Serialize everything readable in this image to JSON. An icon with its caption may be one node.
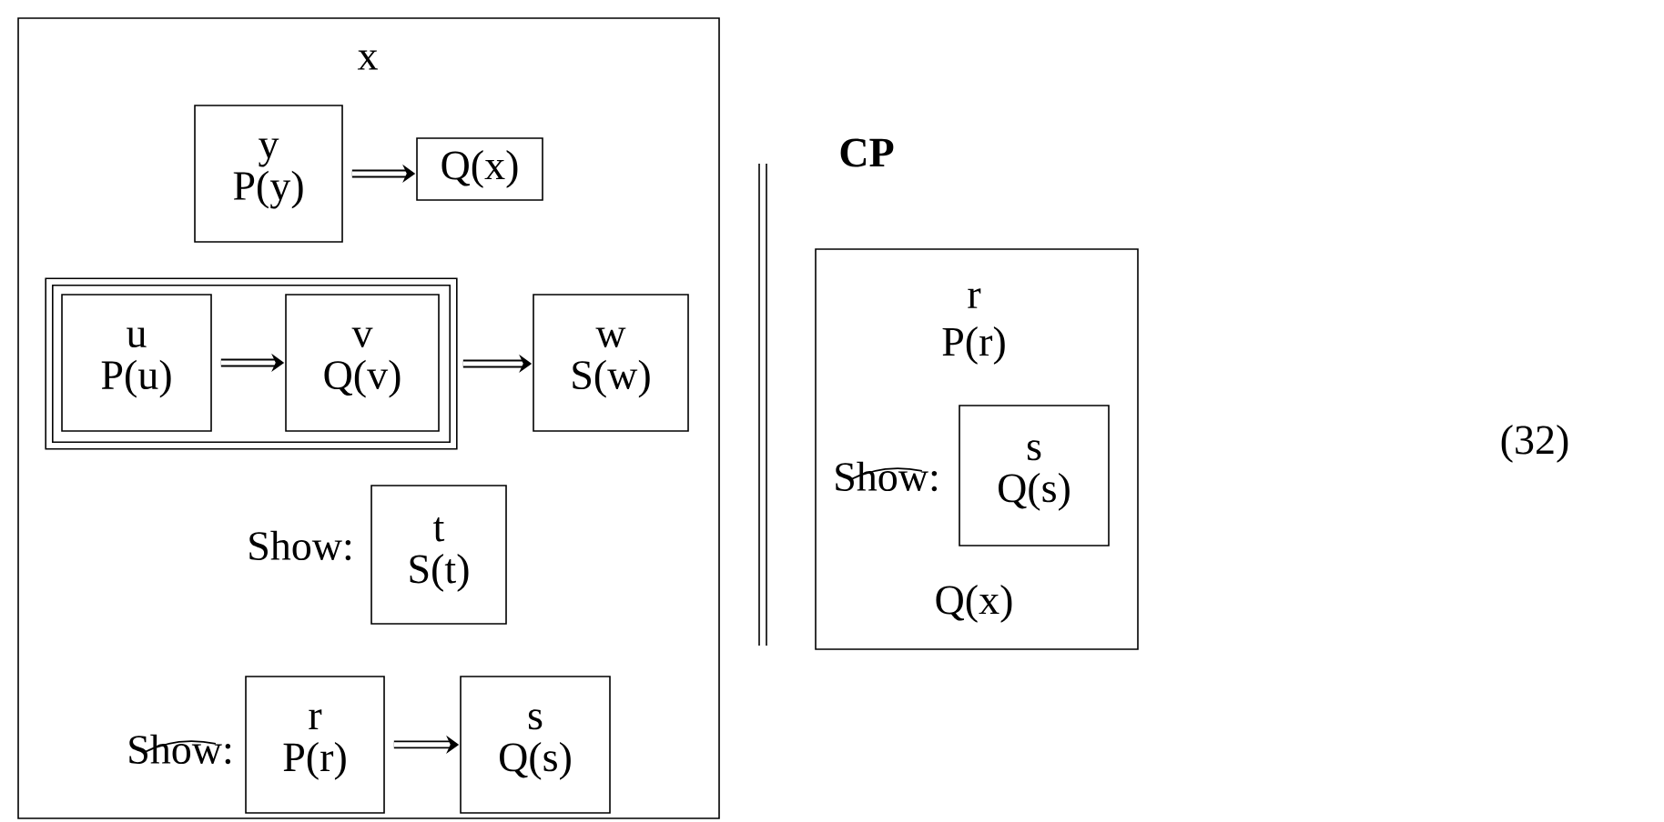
{
  "diagram": {
    "nodes": [
      {
        "text": [
          "x"
        ]
      },
      {
        "text": [
          "y",
          "P(y)"
        ],
        "in": 0
      },
      {
        "text": [
          "Q(x)"
        ],
        "in": 0
      },
      {
        "text": [],
        "shape": "box",
        "in": 0
      },
      {
        "text": [
          "u",
          "P(u)"
        ],
        "in": 3
      },
      {
        "text": [
          "v",
          "Q(v)"
        ],
        "in": 3
      },
      {
        "text": [
          "w",
          "S(w)"
        ],
        "in": 0
      },
      {
        "text": [
          "t",
          "S(t)"
        ],
        "in": 0,
        "beside": [
          "Show:"
        ]
      },
      {
        "text": [
          "r",
          "P(r)"
        ],
        "in": 0,
        "beside": [
          "Show:"
        ]
      },
      {
        "text": [
          "s",
          "Q(s)"
        ],
        "in": 0
      },
      {
        "text": [
          "CP",
          "r",
          "P(r)",
          "Q(x)"
        ]
      },
      {
        "text": [
          "s",
          "Q(s)"
        ],
        "in": 10,
        "beside": [
          "Show:"
        ]
      }
    ],
    "edges": [
      {
        "from": 1,
        "to": 2,
        "arrow": "to"
      },
      {
        "from": 4,
        "to": 5,
        "arrow": "to"
      },
      {
        "from": 3,
        "to": 6,
        "arrow": "to"
      },
      {
        "from": 8,
        "to": 9,
        "arrow": "to"
      }
    ],
    "labels": [
      "(32)"
    ]
  }
}
